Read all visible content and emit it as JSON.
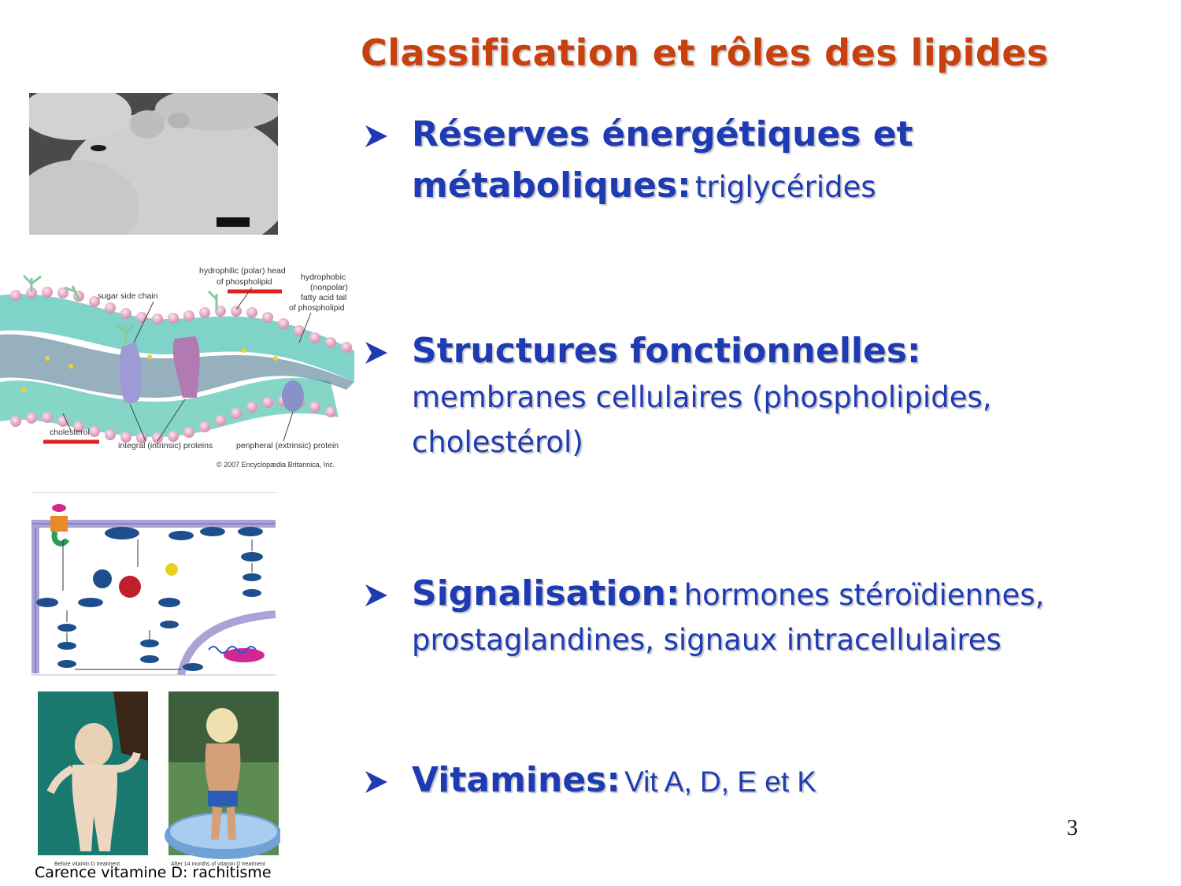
{
  "slide": {
    "title": "Classification et rôles des lipides",
    "page_number": "3",
    "caption": "Carence vitamine D: rachitisme"
  },
  "bullets": [
    {
      "heading_l1": "Réserves énergétiques et",
      "heading_l2": "métaboliques:",
      "detail_l1": "",
      "detail_l2": "triglycérides"
    },
    {
      "heading": "Structures fonctionnelles:",
      "detail_l1": "membranes cellulaires (phospholipides,",
      "detail_l2": "cholestérol)"
    },
    {
      "heading": "Signalisation:",
      "detail_l1": "hormones stéroïdiennes,",
      "detail_l2": "prostaglandines, signaux intracellulaires"
    },
    {
      "heading": "Vitamines:",
      "detail": "Vit A, D, E et K"
    }
  ],
  "figures": {
    "membrane": {
      "labels": {
        "head": "hydrophilic (polar) head",
        "head2": "of phospholipid",
        "tail1": "hydrophobic",
        "tail2": "(nonpolar)",
        "tail3": "fatty acid tail",
        "tail4": "of phospholipid",
        "sugar": "sugar side chain",
        "cholesterol": "cholesterol",
        "integral": "integral (intrinsic) proteins",
        "peripheral": "peripheral (extrinsic) protein",
        "copyright": "© 2007 Encyclopædia Britannica, Inc."
      }
    },
    "rickets": {
      "before": "Before vitamin D treatment",
      "after": "After 14 months of vitamin D treatment"
    }
  },
  "colors": {
    "title": "#c8400e",
    "bullet_text": "#1f3bb3",
    "highlight_underline": "#e02020"
  }
}
